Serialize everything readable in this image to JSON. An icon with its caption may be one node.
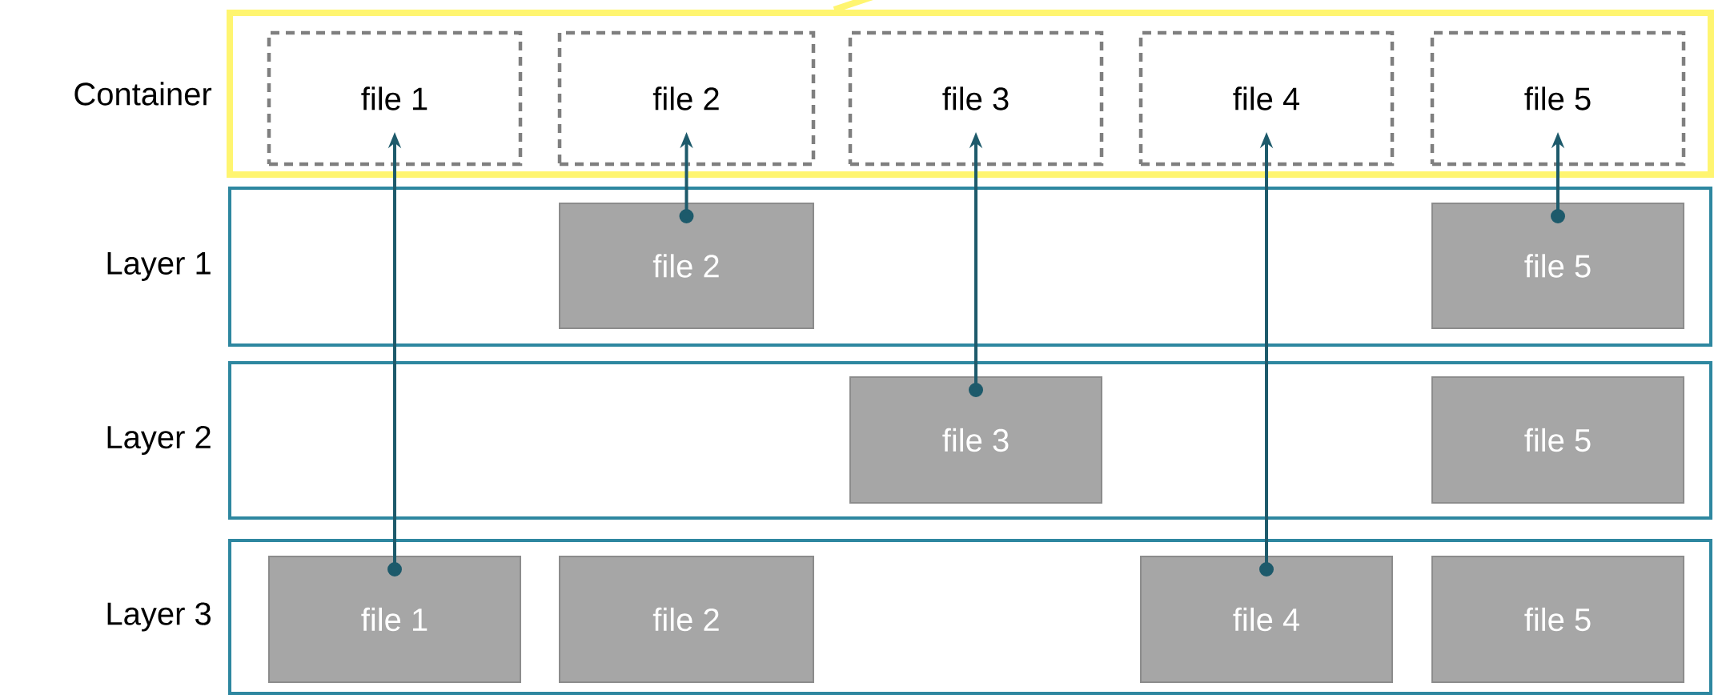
{
  "diagram": {
    "nodes": [
      {
        "text": [
          "Container"
        ]
      },
      {
        "text": [
          "file 1"
        ],
        "in": 0
      },
      {
        "text": [
          "file 2"
        ],
        "in": 0
      },
      {
        "text": [
          "file 3"
        ],
        "in": 0
      },
      {
        "text": [
          "file 4"
        ],
        "in": 0
      },
      {
        "text": [
          "file 5"
        ],
        "in": 0
      },
      {
        "text": [
          "Layer 1"
        ]
      },
      {
        "text": [
          "file 2"
        ],
        "in": 6
      },
      {
        "text": [
          "file 5"
        ],
        "in": 6
      },
      {
        "text": [
          "Layer 2"
        ]
      },
      {
        "text": [
          "file 3"
        ],
        "in": 9
      },
      {
        "text": [
          "file 5"
        ],
        "in": 9
      },
      {
        "text": [
          "Layer 3"
        ]
      },
      {
        "text": [
          "file 1"
        ],
        "in": 12
      },
      {
        "text": [
          "file 2"
        ],
        "in": 12
      },
      {
        "text": [
          "file 4"
        ],
        "in": 12
      },
      {
        "text": [
          "file 5"
        ],
        "in": 12
      }
    ],
    "edges": [
      {
        "from": 13,
        "to": 1,
        "arrow": "to"
      },
      {
        "from": 7,
        "to": 2,
        "arrow": "to"
      },
      {
        "from": 10,
        "to": 3,
        "arrow": "to"
      },
      {
        "from": 15,
        "to": 4,
        "arrow": "to"
      },
      {
        "from": 8,
        "to": 5,
        "arrow": "to"
      },
      {
        "from": 0,
        "to": null,
        "arrow": "none",
        "style": "thick",
        "color": "#fff570"
      }
    ]
  }
}
